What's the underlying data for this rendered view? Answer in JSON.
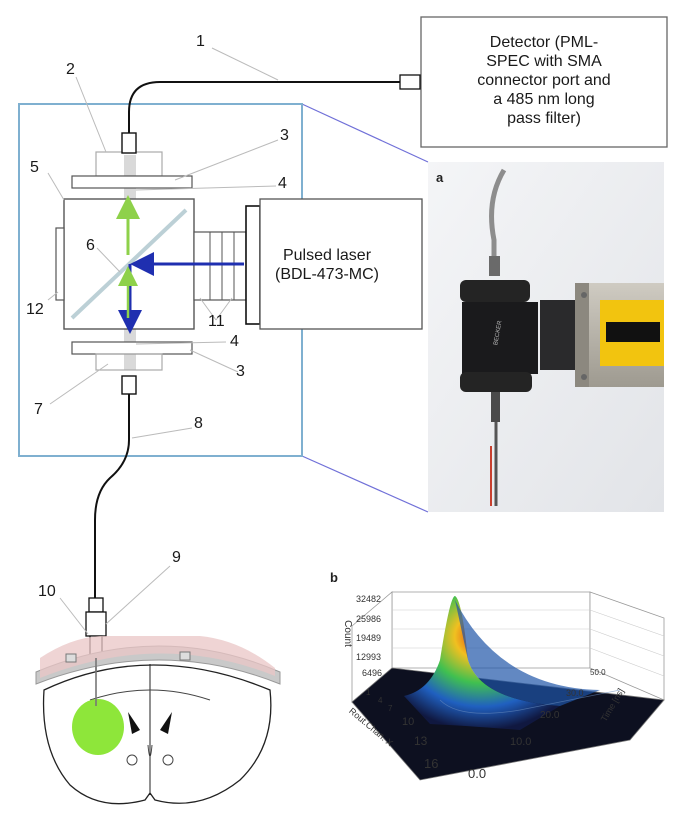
{
  "detector": {
    "lines": [
      "Detector (PML-",
      "SPEC with SMA",
      "connector port and",
      "a 485 nm long",
      "pass filter)"
    ]
  },
  "laser": {
    "lines": [
      "Pulsed laser",
      "(BDL-473-MC)"
    ]
  },
  "callouts": [
    "1",
    "2",
    "3",
    "4",
    "5",
    "6",
    "12",
    "11",
    "4",
    "3",
    "7",
    "8",
    "9",
    "10"
  ],
  "panels": {
    "a": "a",
    "b": "b"
  },
  "photo": {
    "device_text": "BECKER",
    "colors": {
      "wall": "#eef0f2",
      "device": "#1d1d1f",
      "laser_body": "#b8b4aa",
      "warning": "#f2c40f",
      "fiber_red": "#c8402f"
    }
  },
  "colors": {
    "frame": "#7fb0d0",
    "zoom_lines": "#7070d8",
    "arrow_blue": "#1f2fb0",
    "arrow_green": "#8ed14a",
    "lesion": "#8ee63a",
    "skull": "#c9c9c9",
    "skin": "#e9c6c6"
  },
  "chart_data": {
    "type": "surface3d",
    "zlabel": "Count",
    "xlabel": "Rout.Chan. X",
    "ylabel": "Time [ns]",
    "z_ticks": [
      "32482",
      "25986",
      "19489",
      "12993",
      "6496"
    ],
    "x_ticks": [
      "1",
      "4",
      "7",
      "10",
      "13",
      "16"
    ],
    "y_ticks": [
      "0.0",
      "10.0",
      "20.0",
      "30.0",
      "50.0"
    ],
    "peak": {
      "channel": 4,
      "time_ns": 2,
      "count": 32482
    }
  }
}
